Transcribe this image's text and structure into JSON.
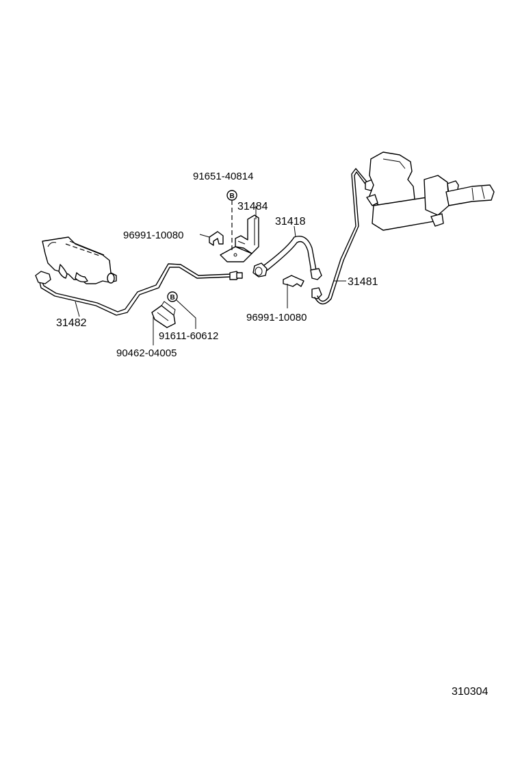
{
  "parts": {
    "p31482": "31482",
    "p31484": "31484",
    "p31418": "31418",
    "p31481": "31481",
    "p96991_left": "96991-10080",
    "p96991_right": "96991-10080",
    "p91651": "91651-40814",
    "p91611": "91611-60612",
    "p90462": "90462-04005"
  },
  "markers": {
    "b_top": "B",
    "b_bottom": "B"
  },
  "figure_id": "310304"
}
